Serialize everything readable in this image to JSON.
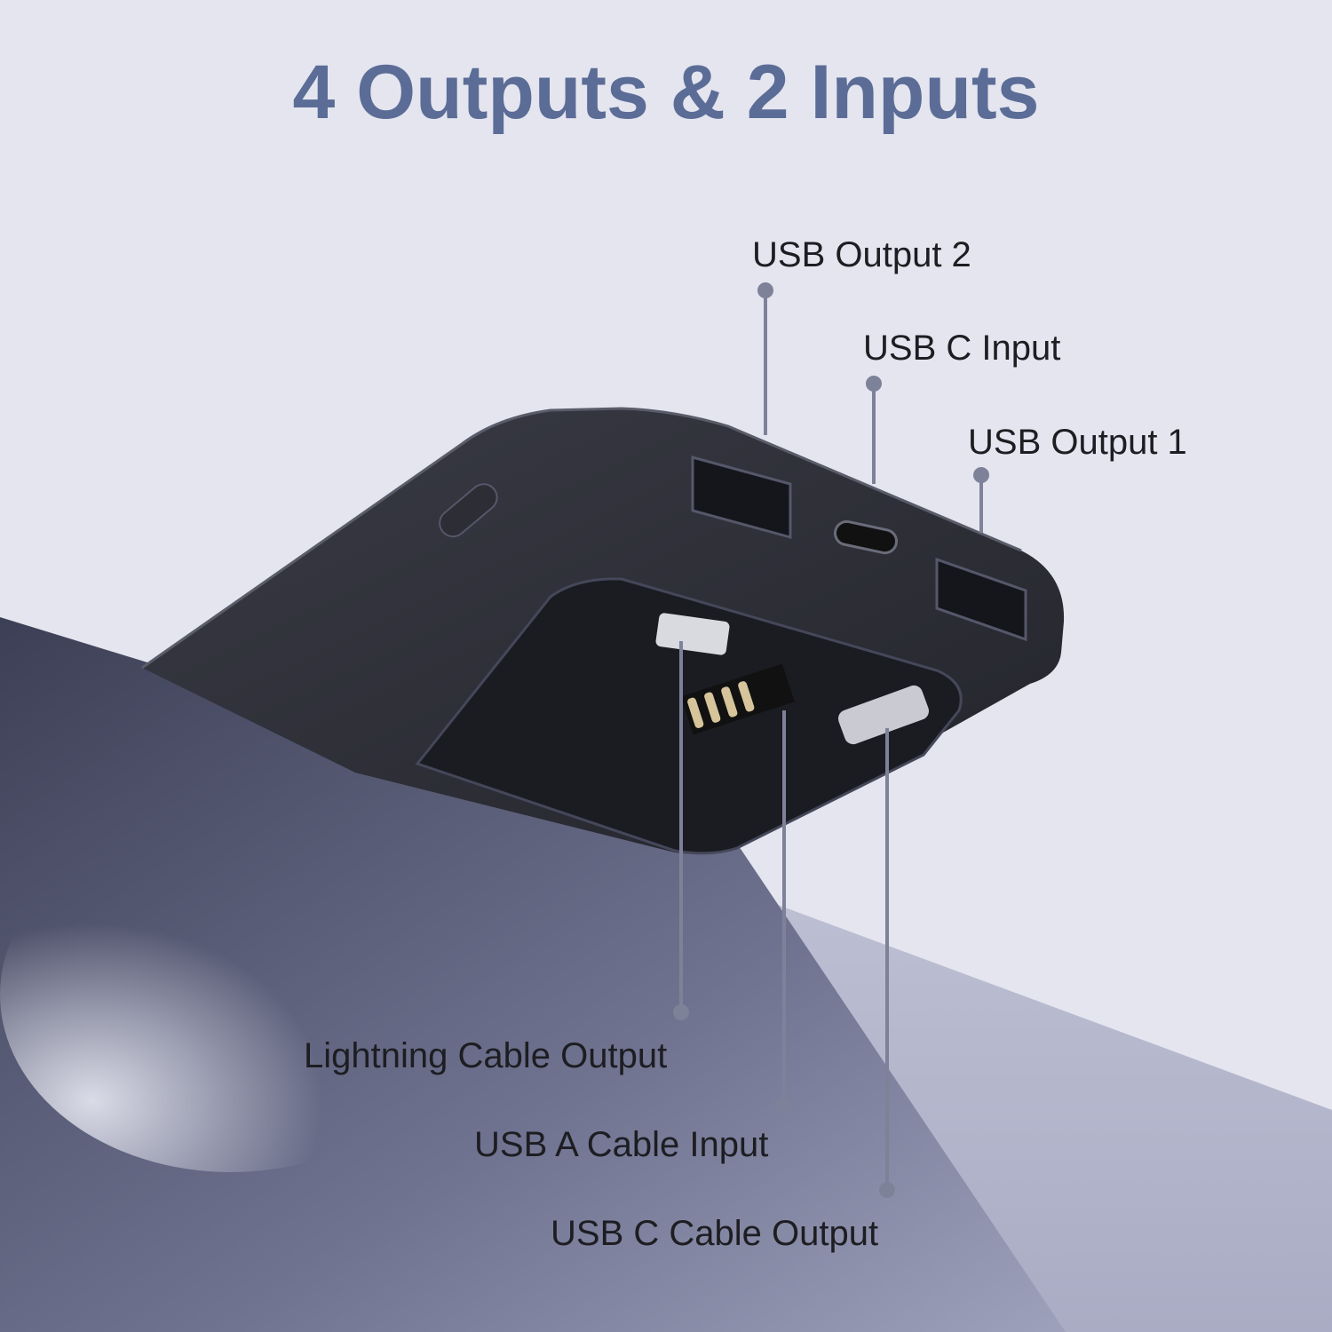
{
  "title": "4 Outputs & 2 Inputs",
  "labels": {
    "usb_output_2": "USB Output 2",
    "usb_c_input": "USB C Input",
    "usb_output_1": "USB Output 1",
    "lightning_cable_output": "Lightning Cable Output",
    "usb_a_cable_input": "USB A Cable Input",
    "usb_c_cable_output": "USB C Cable Output"
  },
  "colors": {
    "title": "#5b6c96",
    "background": "#e4e5ef",
    "device": "#2a2b33",
    "leader_line": "#7e8299"
  }
}
